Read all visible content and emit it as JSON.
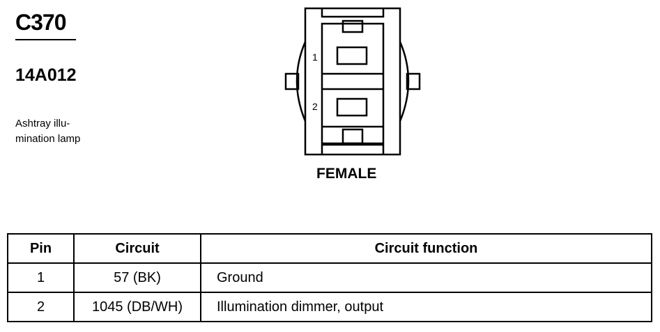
{
  "connector": {
    "id": "C370",
    "part_number": "14A012",
    "description_lines": [
      "Ashtray illu-",
      "mination lamp"
    ],
    "gender": "FEMALE",
    "cavity_labels": [
      "1",
      "2"
    ]
  },
  "table": {
    "headers": [
      "Pin",
      "Circuit",
      "Circuit function"
    ],
    "rows": [
      {
        "pin": "1",
        "circuit": "57 (BK)",
        "function": "Ground"
      },
      {
        "pin": "2",
        "circuit": "1045 (DB/WH)",
        "function": "Illumination dimmer, output"
      }
    ]
  }
}
